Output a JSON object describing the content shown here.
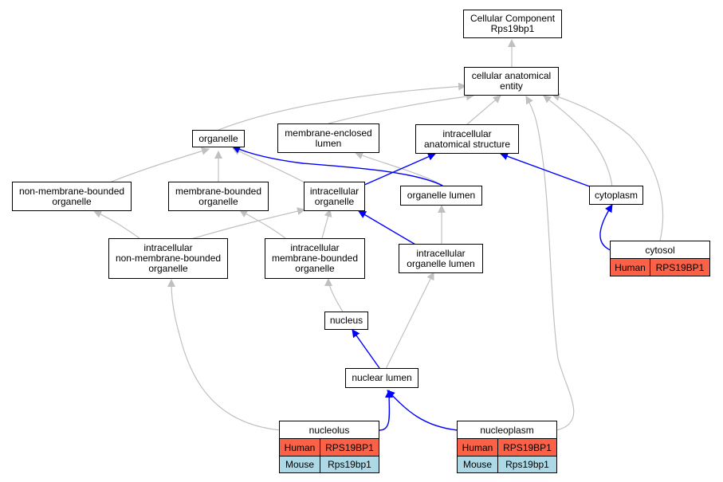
{
  "colors": {
    "grey_edge": "#c0c0c0",
    "blue_edge": "#0000ff",
    "human_fill": "#fa6146",
    "mouse_fill": "#add8e6"
  },
  "nodes": {
    "root": "Cellular Component\nRps19bp1",
    "cae": "cellular anatomical\nentity",
    "organelle": "organelle",
    "mel": "membrane-enclosed\nlumen",
    "ias": "intracellular\nanatomical structure",
    "nmbo": "non-membrane-bounded\norganelle",
    "mbo": "membrane-bounded\norganelle",
    "io": "intracellular\norganelle",
    "ol": "organelle lumen",
    "cytoplasm": "cytoplasm",
    "inmbo": "intracellular\nnon-membrane-bounded\norganelle",
    "imbo": "intracellular\nmembrane-bounded\norganelle",
    "iol": "intracellular\norganelle lumen",
    "nucleus": "nucleus",
    "nl": "nuclear lumen"
  },
  "records": {
    "cytosol": {
      "title": "cytosol",
      "rows": [
        {
          "species": "Human",
          "gene": "RPS19BP1"
        }
      ]
    },
    "nucleolus": {
      "title": "nucleolus",
      "rows": [
        {
          "species": "Human",
          "gene": "RPS19BP1"
        },
        {
          "species": "Mouse",
          "gene": "Rps19bp1"
        }
      ]
    },
    "nucleoplasm": {
      "title": "nucleoplasm",
      "rows": [
        {
          "species": "Human",
          "gene": "RPS19BP1"
        },
        {
          "species": "Mouse",
          "gene": "Rps19bp1"
        }
      ]
    }
  }
}
